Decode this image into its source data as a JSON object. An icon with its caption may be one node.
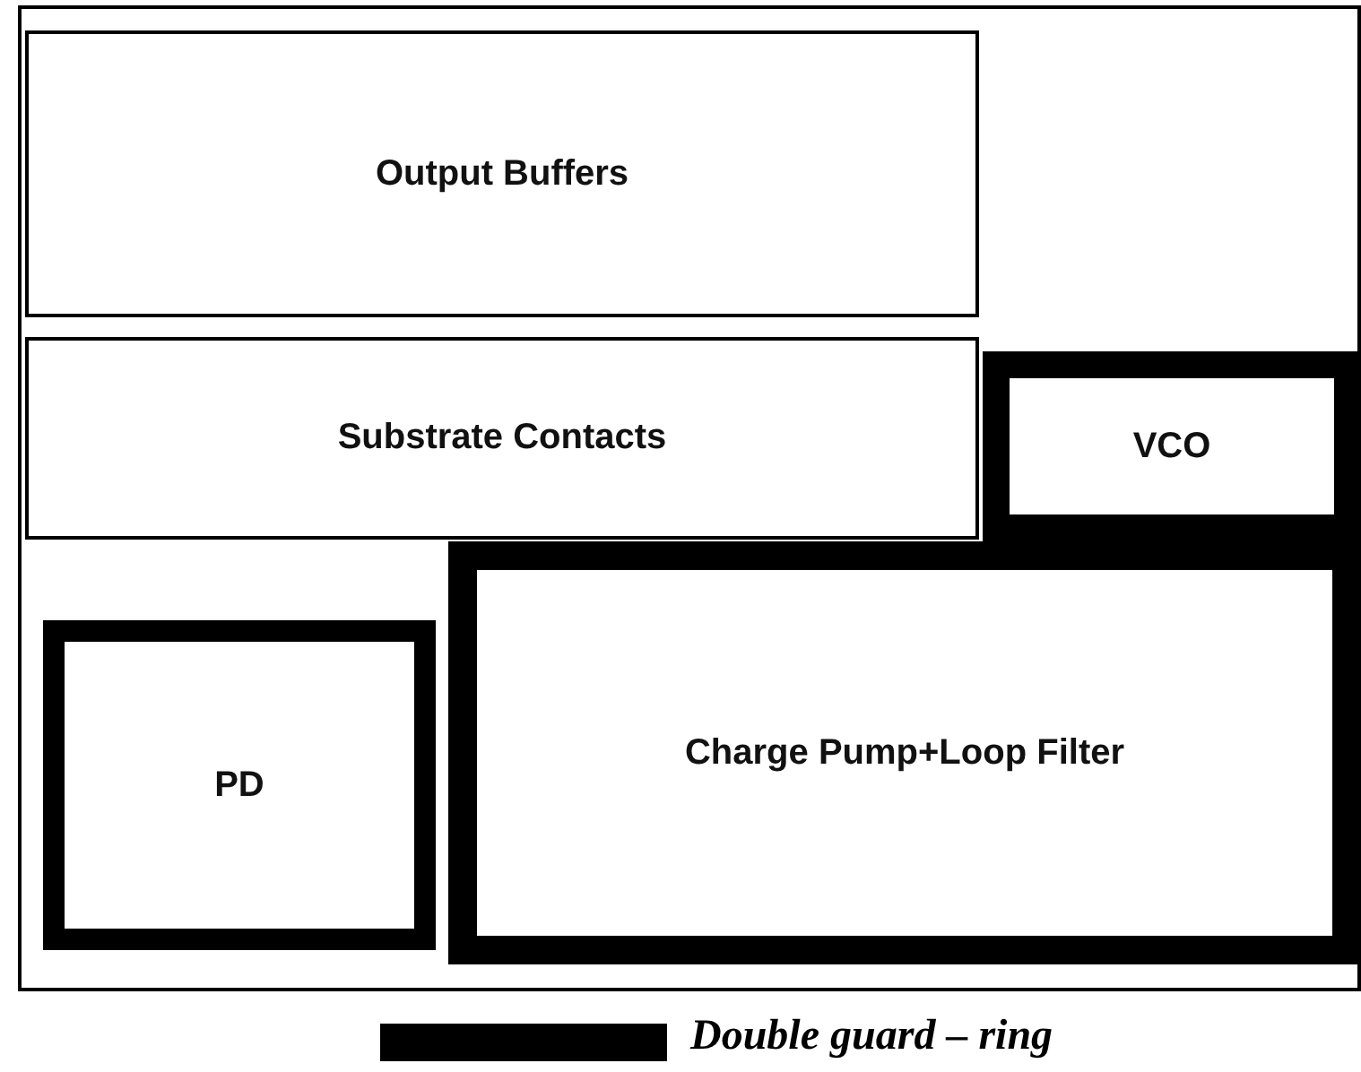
{
  "diagram": {
    "nodes": [
      {
        "text": [],
        "shape": "box"
      },
      {
        "text": [
          "Output Buffers"
        ],
        "in": 0
      },
      {
        "text": [
          "Substrate Contacts"
        ],
        "in": 0
      },
      {
        "text": [
          "VCO"
        ],
        "in": 0
      },
      {
        "text": [
          "PD"
        ],
        "in": 0
      },
      {
        "text": [
          "Charge Pump+Loop Filter"
        ],
        "in": 0
      }
    ],
    "edges": [],
    "legend": [
      {
        "text": "Double guard – ring",
        "color": "#000000"
      }
    ]
  }
}
